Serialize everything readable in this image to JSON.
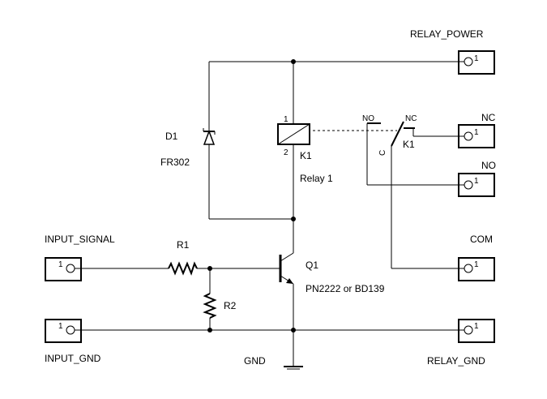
{
  "connectors": {
    "relay_power": {
      "label": "RELAY_POWER",
      "pin": "1"
    },
    "nc": {
      "label": "NC",
      "pin": "1"
    },
    "no": {
      "label": "NO",
      "pin": "1"
    },
    "com": {
      "label": "COM",
      "pin": "1"
    },
    "relay_gnd": {
      "label": "RELAY_GND",
      "pin": "1"
    },
    "input_signal": {
      "label": "INPUT_SIGNAL",
      "pin": "1"
    },
    "input_gnd": {
      "label": "INPUT_GND",
      "pin": "1"
    }
  },
  "components": {
    "d1": {
      "ref": "D1",
      "value": "FR302"
    },
    "k1_coil": {
      "ref": "K1",
      "value": "Relay 1",
      "pin1": "1",
      "pin2": "2"
    },
    "k1_switch": {
      "ref": "K1",
      "no": "NO",
      "nc": "NC",
      "c": "C"
    },
    "r1": {
      "ref": "R1"
    },
    "r2": {
      "ref": "R2"
    },
    "q1": {
      "ref": "Q1",
      "value": "PN2222 or BD139"
    }
  },
  "nets": {
    "gnd": "GND"
  }
}
